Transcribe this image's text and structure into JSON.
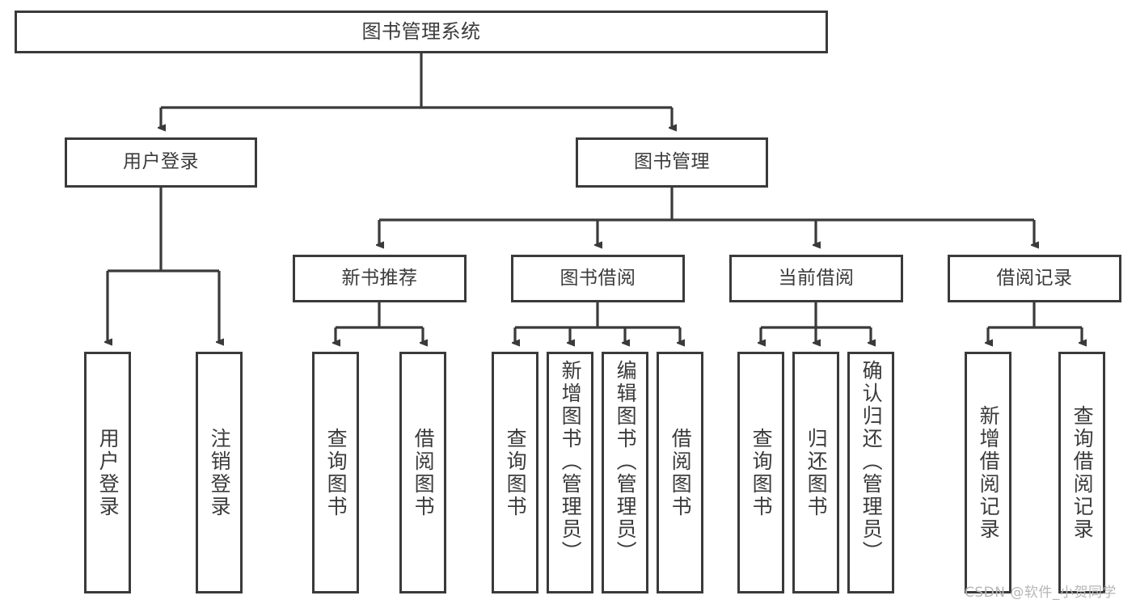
{
  "diagram": {
    "type": "tree",
    "title": "图书管理系统",
    "orientation": "top-down",
    "colors": {
      "box_border": "#3a3a3a",
      "box_fill": "#ffffff",
      "connector": "#3a3a3a",
      "text": "#3b3b3b",
      "watermark": "#b6b6b6"
    },
    "levels": {
      "root": "图书管理系统",
      "level2": [
        "用户登录",
        "图书管理"
      ],
      "level3": [
        "新书推荐",
        "图书借阅",
        "当前借阅",
        "借阅记录"
      ]
    },
    "nodes": {
      "root": {
        "label": "图书管理系统"
      },
      "user_login": {
        "label": "用户登录"
      },
      "book_manage": {
        "label": "图书管理"
      },
      "new_book_rec": {
        "label": "新书推荐"
      },
      "book_borrow": {
        "label": "图书借阅"
      },
      "current_borrow": {
        "label": "当前借阅"
      },
      "borrow_record": {
        "label": "借阅记录"
      },
      "leaf_user_login": {
        "label": "用户登录"
      },
      "leaf_logout": {
        "label": "注销登录"
      },
      "leaf_query_book_a": {
        "label": "查询图书"
      },
      "leaf_borrow_book_a": {
        "label": "借阅图书"
      },
      "leaf_query_book_b": {
        "label": "查询图书"
      },
      "leaf_add_book": {
        "label": "新增图书（管理员）"
      },
      "leaf_edit_book": {
        "label": "编辑图书（管理员）"
      },
      "leaf_borrow_book_b": {
        "label": "借阅图书"
      },
      "leaf_query_book_c": {
        "label": "查询图书"
      },
      "leaf_return_book": {
        "label": "归还图书"
      },
      "leaf_confirm_return": {
        "label": "确认归还（管理员）"
      },
      "leaf_add_record": {
        "label": "新增借阅记录"
      },
      "leaf_query_record": {
        "label": "查询借阅记录"
      }
    },
    "edges": [
      {
        "from": "root",
        "to": "user_login"
      },
      {
        "from": "root",
        "to": "book_manage"
      },
      {
        "from": "user_login",
        "to": "leaf_user_login"
      },
      {
        "from": "user_login",
        "to": "leaf_logout"
      },
      {
        "from": "book_manage",
        "to": "new_book_rec"
      },
      {
        "from": "book_manage",
        "to": "book_borrow"
      },
      {
        "from": "book_manage",
        "to": "current_borrow"
      },
      {
        "from": "book_manage",
        "to": "borrow_record"
      },
      {
        "from": "new_book_rec",
        "to": "leaf_query_book_a"
      },
      {
        "from": "new_book_rec",
        "to": "leaf_borrow_book_a"
      },
      {
        "from": "book_borrow",
        "to": "leaf_query_book_b"
      },
      {
        "from": "book_borrow",
        "to": "leaf_add_book"
      },
      {
        "from": "book_borrow",
        "to": "leaf_edit_book"
      },
      {
        "from": "book_borrow",
        "to": "leaf_borrow_book_b"
      },
      {
        "from": "current_borrow",
        "to": "leaf_query_book_c"
      },
      {
        "from": "current_borrow",
        "to": "leaf_return_book"
      },
      {
        "from": "current_borrow",
        "to": "leaf_confirm_return"
      },
      {
        "from": "borrow_record",
        "to": "leaf_add_record"
      },
      {
        "from": "borrow_record",
        "to": "leaf_query_record"
      }
    ]
  },
  "watermark": {
    "text": "CSDN @软件_小贺同学"
  }
}
